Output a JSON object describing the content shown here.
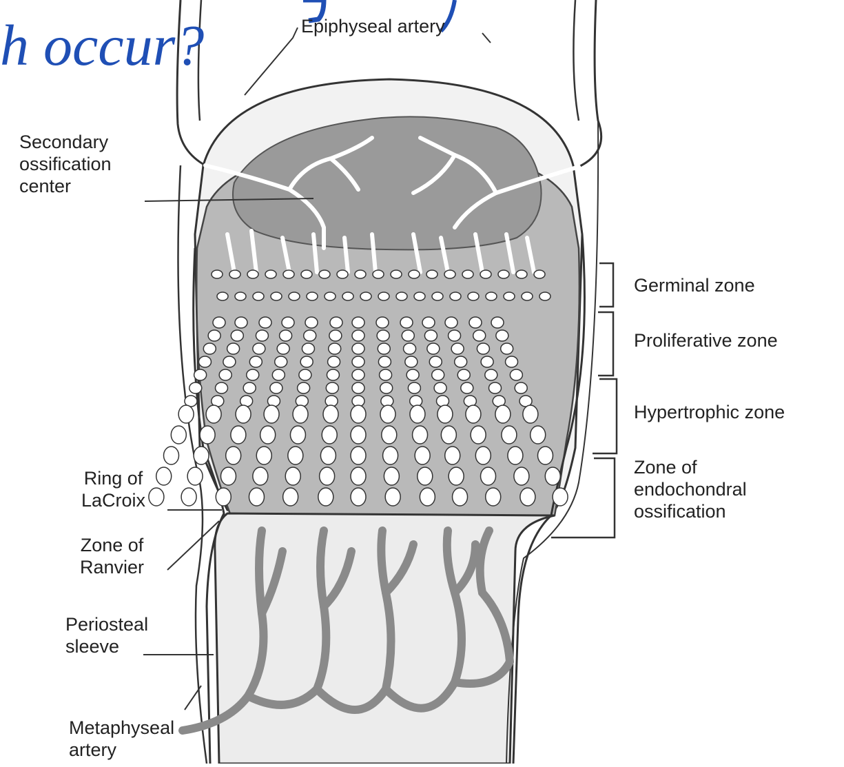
{
  "slide": {
    "title_fragment": "h occur?"
  },
  "labels": {
    "epiphyseal_artery": "Epiphyseal artery",
    "secondary_ossification": [
      "Secondary",
      "ossification",
      "center"
    ],
    "ring_of_lacroix": [
      "Ring of",
      "LaCroix"
    ],
    "zone_of_ranvier": [
      "Zone of",
      "Ranvier"
    ],
    "periosteal_sleeve": [
      "Periosteal",
      "sleeve"
    ],
    "metaphyseal_artery": [
      "Metaphyseal",
      "artery"
    ],
    "germinal_zone": "Germinal zone",
    "proliferative_zone": "Proliferative zone",
    "hypertrophic_zone": "Hypertrophic zone",
    "zone_endochondral": [
      "Zone of",
      "endochondral",
      "ossification"
    ]
  },
  "colors": {
    "title": "#1f4fb5",
    "cartilage": "#b9b9b9",
    "ossification_center": "#9a9a9a",
    "metaphysis": "#ececec",
    "vessels": "#8a8a8a",
    "outline": "#333333"
  }
}
